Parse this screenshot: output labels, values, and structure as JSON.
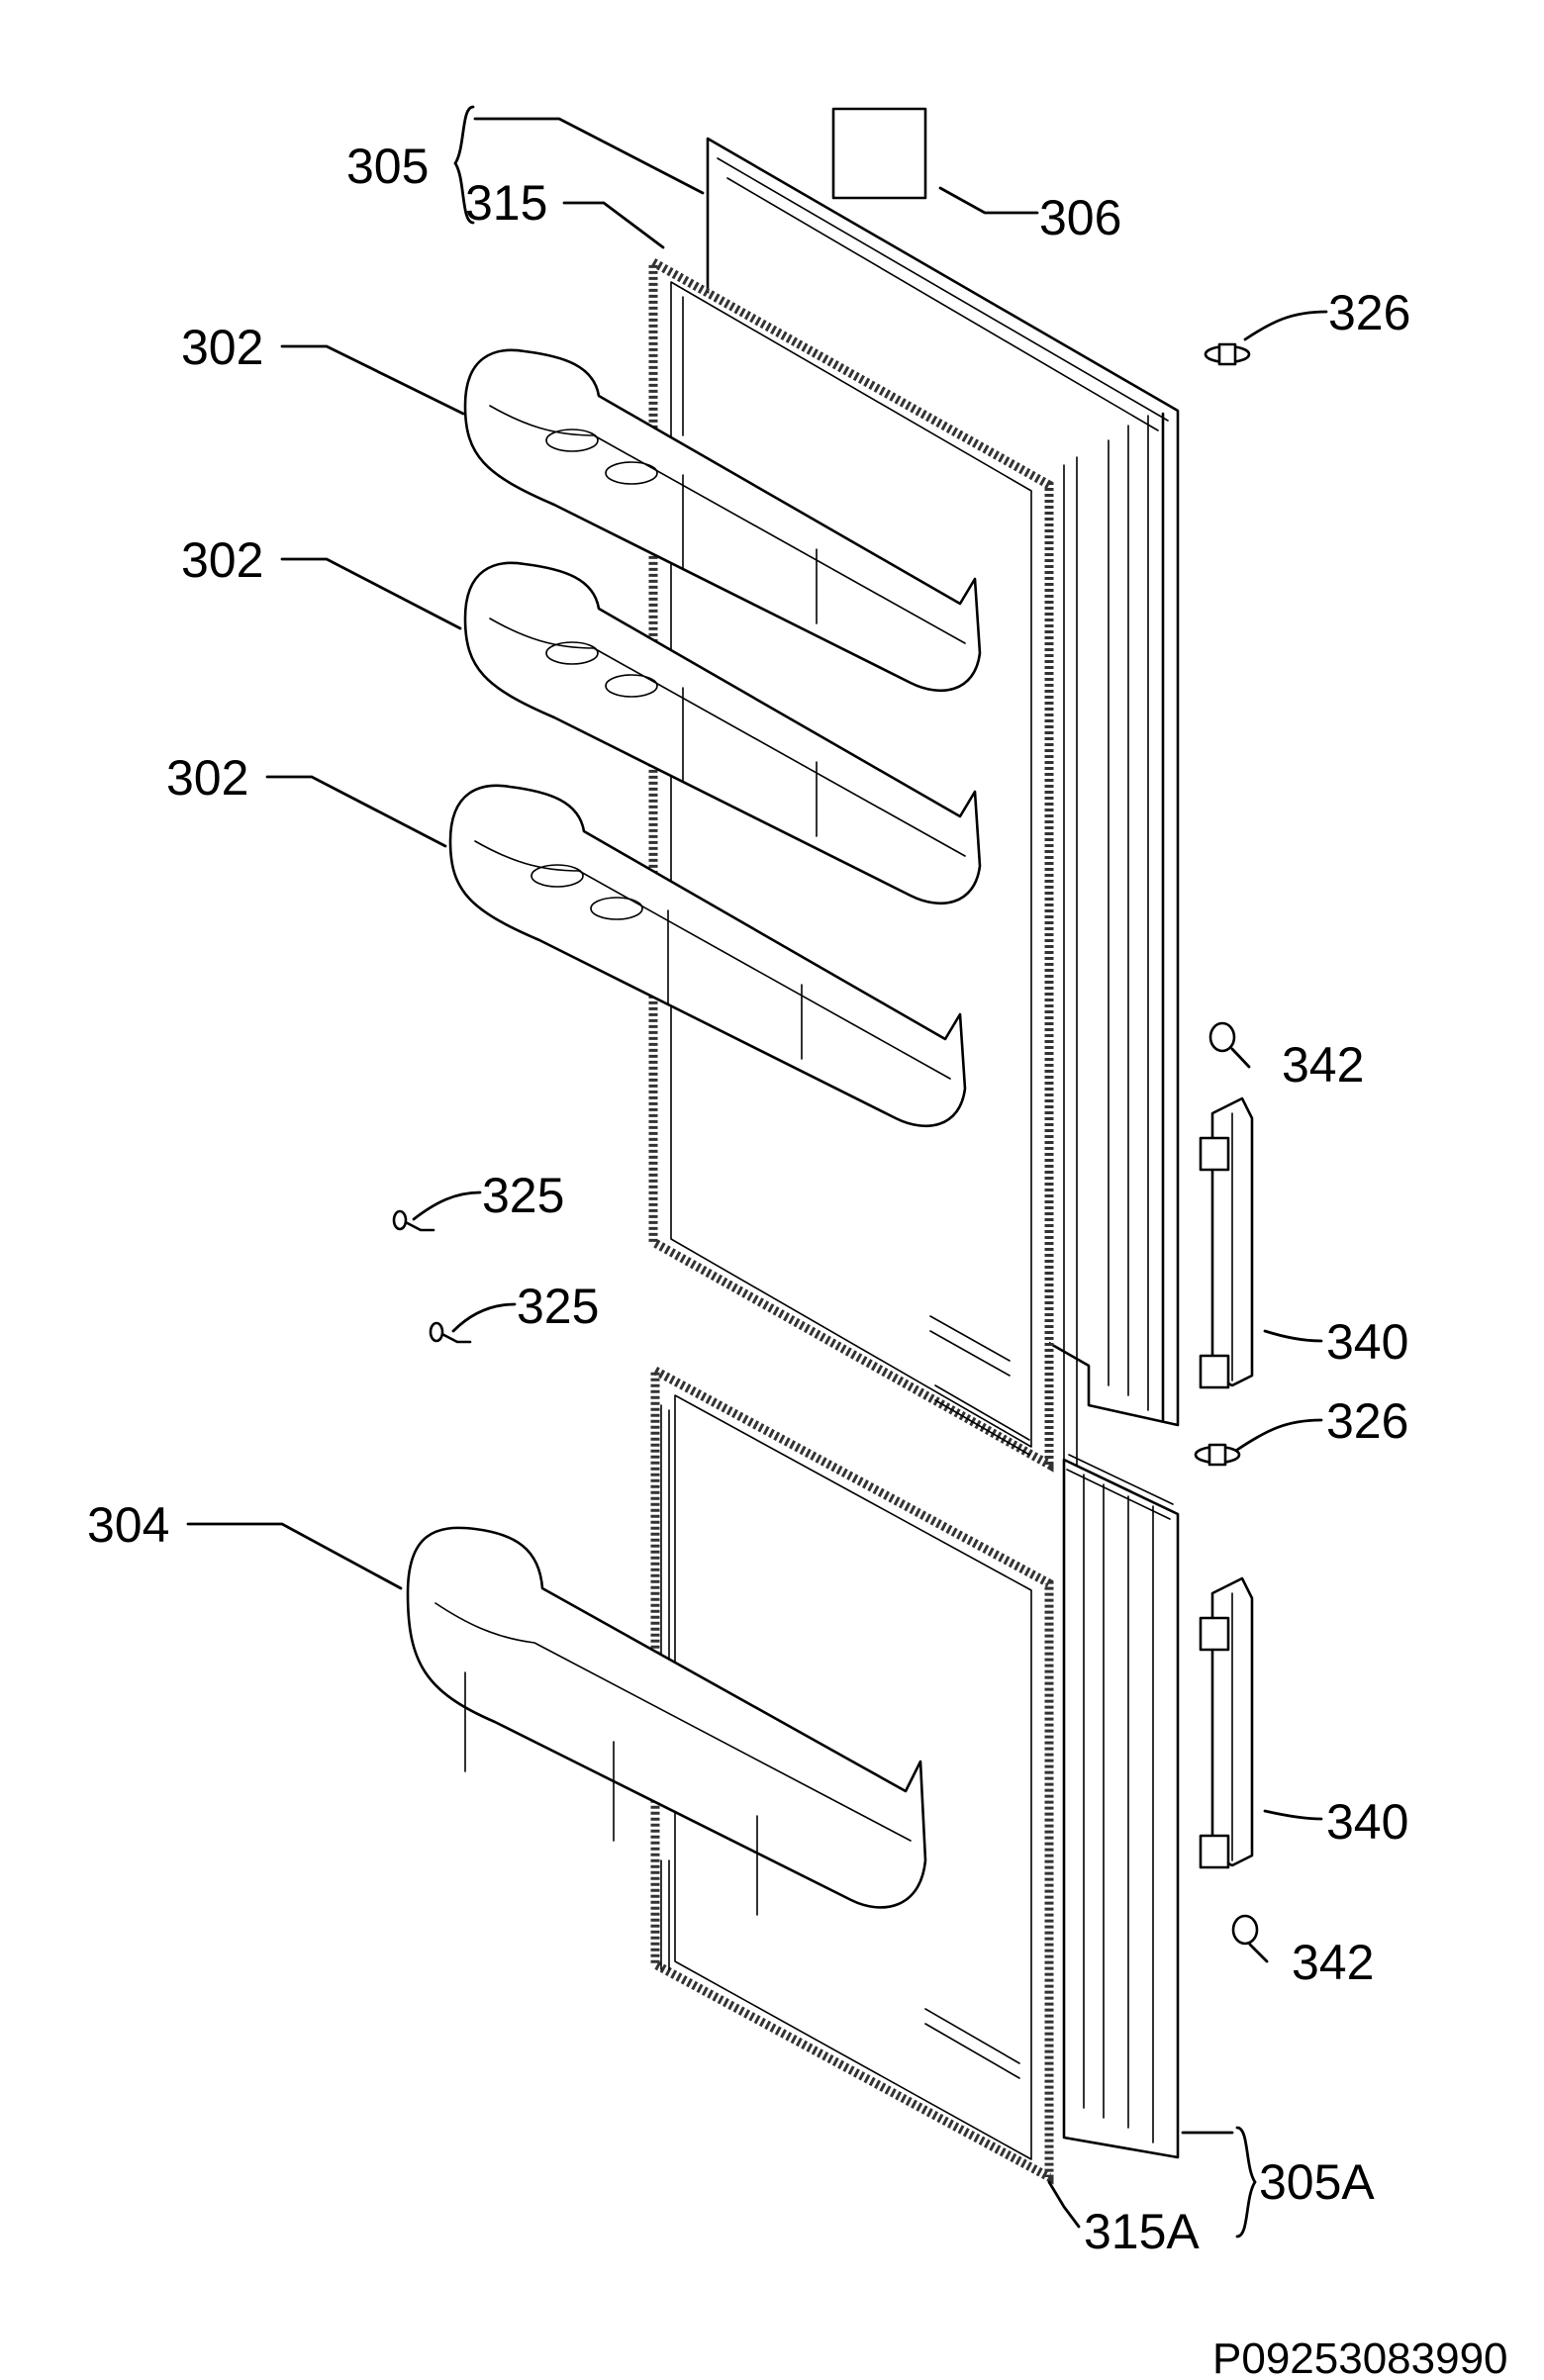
{
  "diagram": {
    "document_id": "P09253083990",
    "labels": {
      "l305": "305",
      "l315": "315",
      "l306": "306",
      "l326a": "326",
      "l302a": "302",
      "l302b": "302",
      "l302c": "302",
      "l342a": "342",
      "l325a": "325",
      "l325b": "325",
      "l340a": "340",
      "l326b": "326",
      "l304": "304",
      "l340b": "340",
      "l342b": "342",
      "l305A": "305A",
      "l315A": "315A"
    }
  }
}
